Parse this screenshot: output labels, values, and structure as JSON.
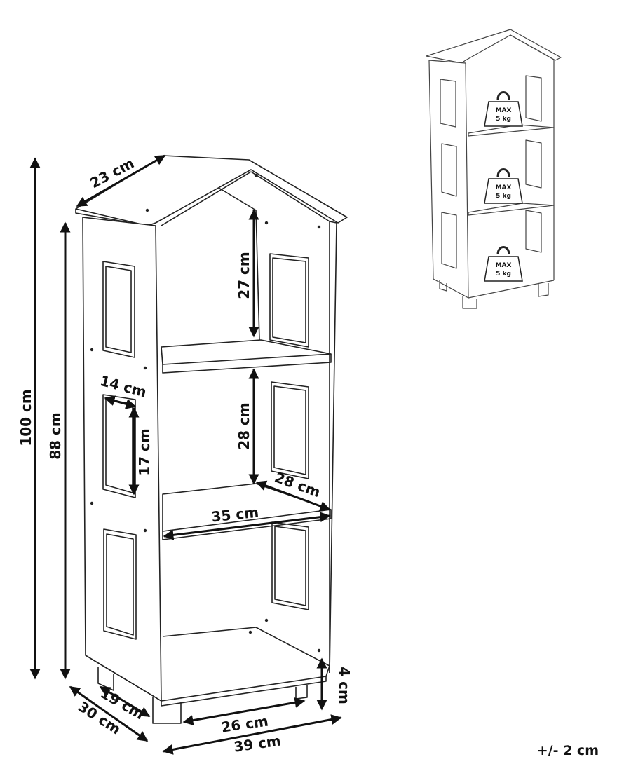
{
  "dimensions": {
    "total_height": "100 cm",
    "body_height": "88 cm",
    "roof_depth": "23 cm",
    "top_compartment_height": "27 cm",
    "middle_compartment_height": "28 cm",
    "window_width": "14 cm",
    "window_height": "17 cm",
    "shelf_depth": "28 cm",
    "shelf_width": "35 cm",
    "inner_depth": "19 cm",
    "outer_depth": "30 cm",
    "inner_width": "26 cm",
    "outer_width": "39 cm",
    "foot_height": "4 cm"
  },
  "weight_limits": [
    {
      "line1": "MAX",
      "line2": "5 kg"
    },
    {
      "line1": "MAX",
      "line2": "5 kg"
    },
    {
      "line1": "MAX",
      "line2": "5 kg"
    }
  ],
  "tolerance": "+/- 2 cm"
}
